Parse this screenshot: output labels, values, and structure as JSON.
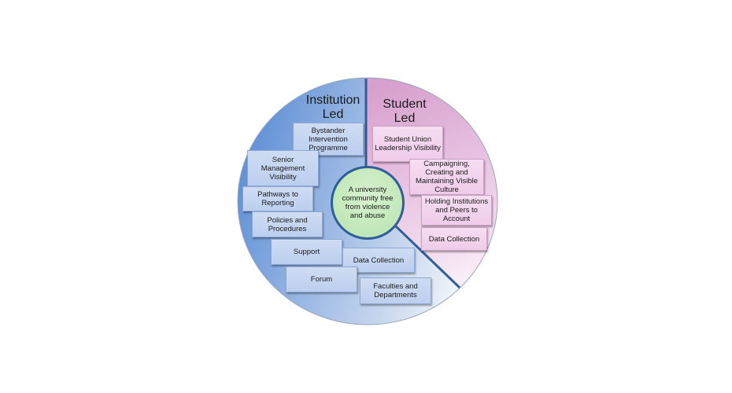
{
  "center": {
    "text": "A university community free from violence and abuse"
  },
  "institution": {
    "title_line1": "Institution",
    "title_line2": "Led",
    "items": [
      "Bystander Intervention Programme",
      "Senior Management Visibility",
      "Pathways to Reporting",
      "Policies and Procedures",
      "Support",
      "Data Collection",
      "Forum",
      "Faculties and Departments"
    ]
  },
  "student": {
    "title_line1": "Student",
    "title_line2": "Led",
    "items": [
      "Student Union Leadership Visibility",
      "Campaigning, Creating and Maintaining Visible Culture",
      "Holding Institutions and Peers to Account",
      "Data Collection"
    ]
  },
  "colors": {
    "institution": "#5b8fd6",
    "student": "#dca6d2",
    "center": "#b5e2ad",
    "divider": "#2f5f98"
  }
}
